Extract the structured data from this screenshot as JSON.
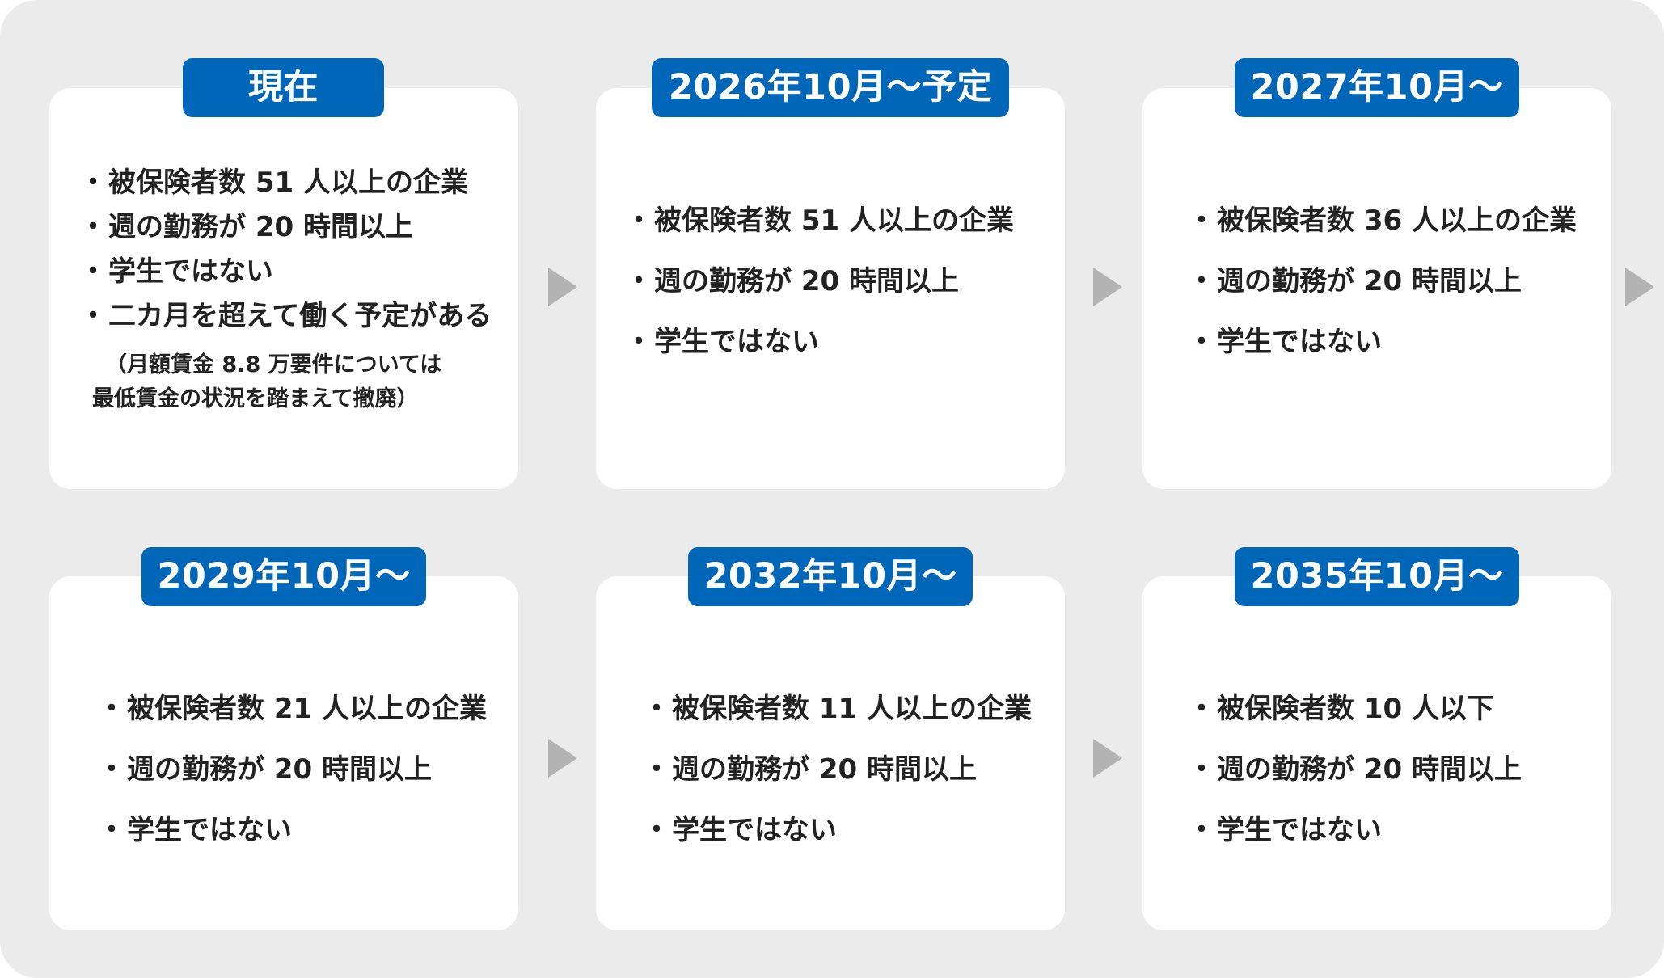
{
  "stages": [
    {
      "label": "現在",
      "items": [
        "被保険者数 51 人以上の企業",
        "週の勤務が 20 時間以上",
        "学生ではない",
        "二カ月を超えて働く予定がある"
      ],
      "note": [
        "（月額賃金 8.8 万要件については",
        "最低賃金の状況を踏まえて撤廃）"
      ]
    },
    {
      "label": "2026年10月～予定",
      "items": [
        "被保険者数 51 人以上の企業",
        "週の勤務が 20 時間以上",
        "学生ではない"
      ]
    },
    {
      "label": "2027年10月～",
      "items": [
        "被保険者数 36 人以上の企業",
        "週の勤務が 20 時間以上",
        "学生ではない"
      ]
    },
    {
      "label": "2029年10月～",
      "items": [
        "被保険者数 21 人以上の企業",
        "週の勤務が 20 時間以上",
        "学生ではない"
      ]
    },
    {
      "label": "2032年10月～",
      "items": [
        "被保険者数 11 人以上の企業",
        "週の勤務が 20 時間以上",
        "学生ではない"
      ]
    },
    {
      "label": "2035年10月～",
      "items": [
        "被保険者数 10 人以下",
        "週の勤務が 20 時間以上",
        "学生ではない"
      ]
    }
  ],
  "colors": {
    "badge": "#0067b8",
    "panel": "#ebebeb",
    "card": "#ffffff",
    "arrow": "#b3b3b3",
    "text": "#222222"
  },
  "icons": {
    "arrow": "triangle-right-icon"
  }
}
